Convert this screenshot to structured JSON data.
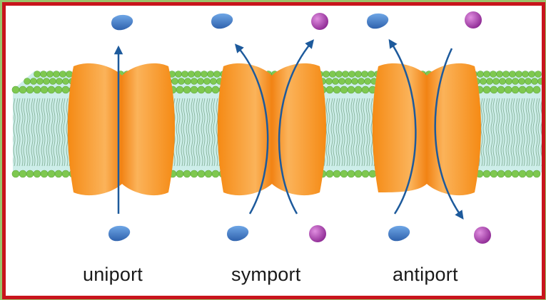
{
  "labels": {
    "uniport": "uniport",
    "symport": "symport",
    "antiport": "antiport"
  },
  "colors": {
    "frame": "#c8141c",
    "outer_background": "#9bc46a",
    "protein": "#f7941d",
    "lipid_head": "#7ec850",
    "membrane_core": "#cdeee9",
    "arrow": "#1d5a9c",
    "molecule_a": "#3f7fcf",
    "molecule_b": "#b447b8"
  }
}
